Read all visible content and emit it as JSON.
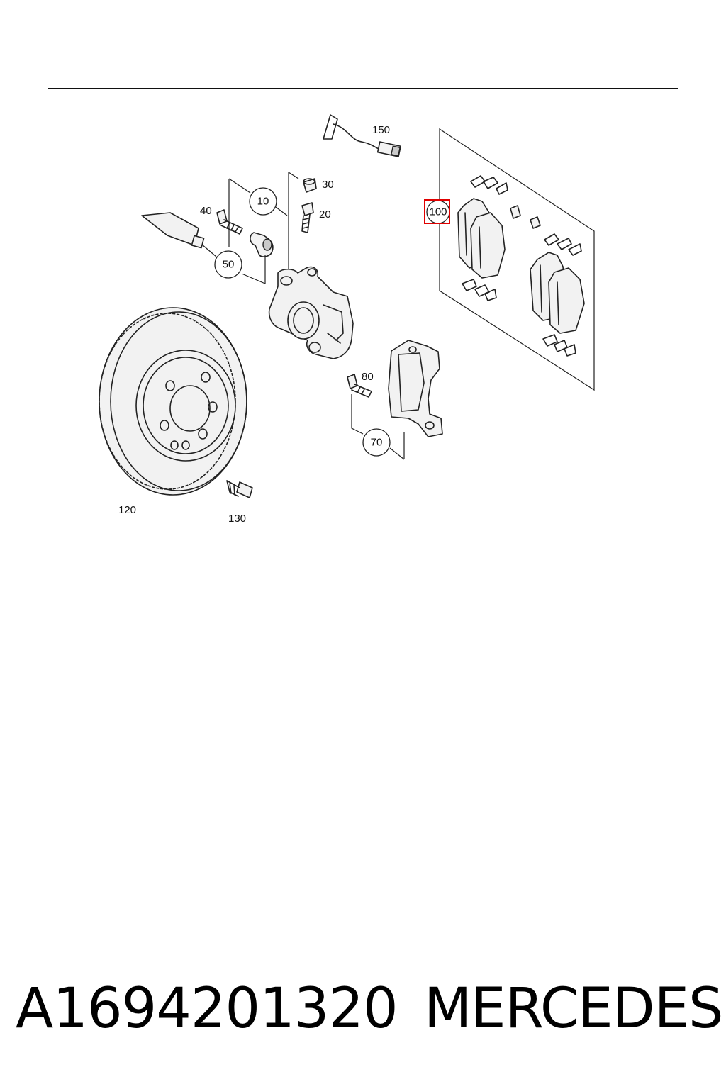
{
  "callouts": {
    "c10": "10",
    "c20": "20",
    "c30": "30",
    "c40": "40",
    "c50": "50",
    "c70": "70",
    "c80": "80",
    "c100": "100",
    "c120": "120",
    "c130": "130",
    "c150": "150"
  },
  "highlight": {
    "callout": "100",
    "color": "#e00000"
  },
  "footer": {
    "part_number": "A1694201320",
    "brand": "MERCEDES"
  }
}
